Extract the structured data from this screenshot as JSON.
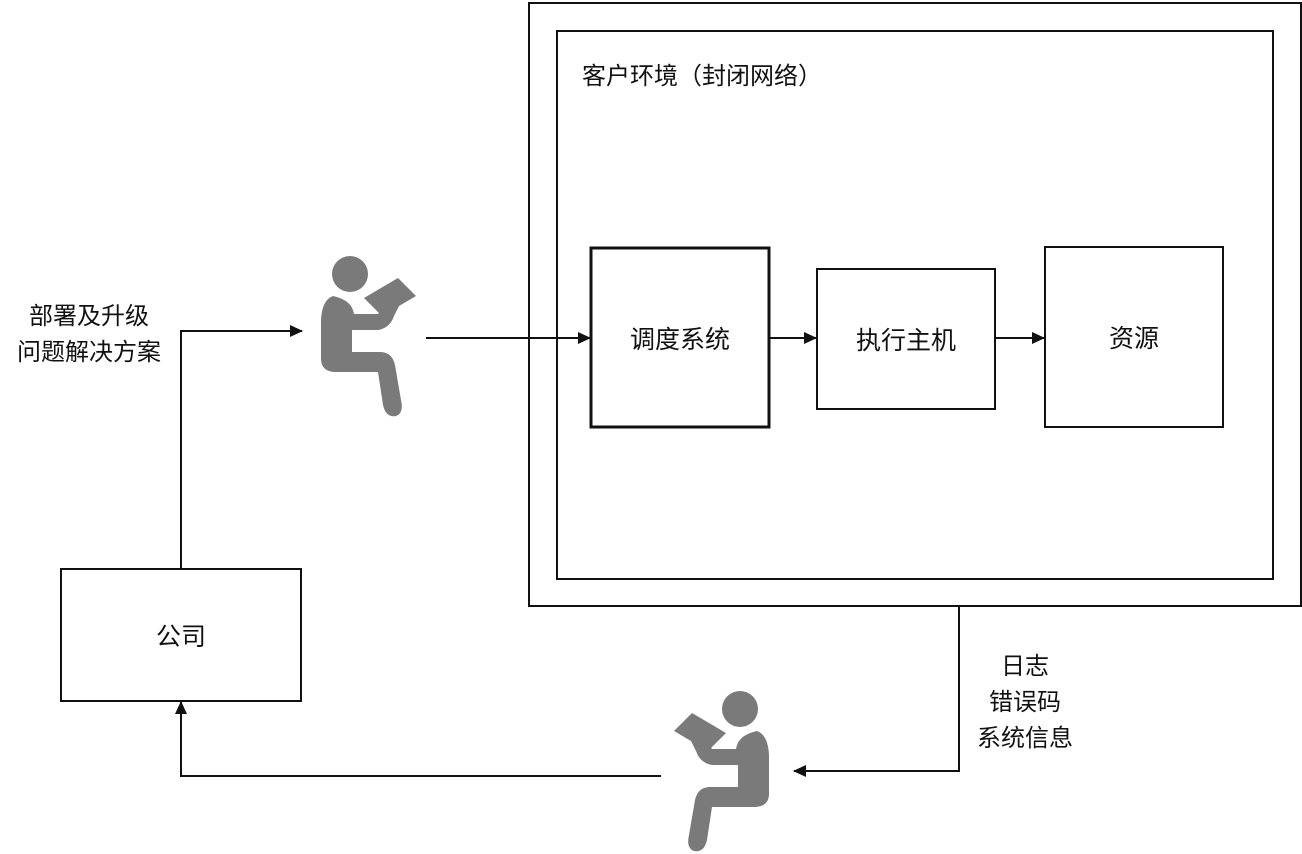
{
  "env": {
    "title": "客户环境（封闭网络）"
  },
  "nodes": {
    "scheduler": "调度系统",
    "executor": "执行主机",
    "resource": "资源",
    "company": "公司"
  },
  "labels": {
    "deploy_line1": "部署及升级",
    "deploy_line2": "问题解决方案",
    "feedback_line1": "日志",
    "feedback_line2": "错误码",
    "feedback_line3": "系统信息"
  },
  "icons": {
    "person_top": "person-reading-icon",
    "person_bottom": "person-reading-icon"
  },
  "colors": {
    "line": "#111111",
    "person": "#7a7a7a"
  }
}
